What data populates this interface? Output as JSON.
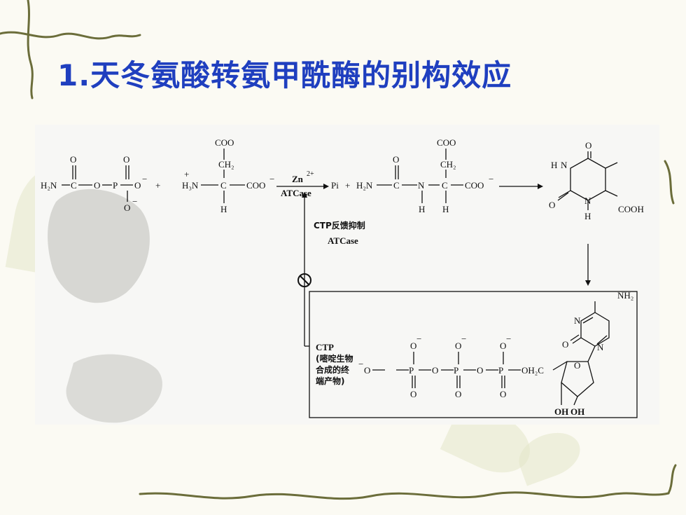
{
  "slide": {
    "title": "1.天冬氨酸转氨甲酰酶的别构效应",
    "colors": {
      "title": "#1f3fbf",
      "vine": "#6b6d3a",
      "background": "#fbfaf3"
    }
  },
  "diagram": {
    "reactant1": {
      "amine": "H₂N",
      "carbon": "C",
      "o1": "O",
      "phosphorus": "P",
      "o2": "O",
      "charge": "−",
      "carbonyl_o": "O",
      "phosphoryl_o": "O",
      "bottom_o": "O",
      "bottom_charge": "−"
    },
    "plus1": "+",
    "reactant2": {
      "amine": "H₃N",
      "amine_charge": "+",
      "carbon": "C",
      "carboxylate": "COO",
      "charge": "−",
      "side_ch2": "CH₂",
      "side_coo": "COO",
      "h": "H"
    },
    "arrow1": {
      "cofactor": "Zn",
      "cofactor_charge": "2+",
      "enzyme": "ATCase"
    },
    "product1": "Pi",
    "plus2": "+",
    "product2": {
      "amine": "H₂N",
      "c1": "C",
      "n": "N",
      "c2": "C",
      "carboxylate": "COO",
      "charge": "−",
      "carbonyl_o": "O",
      "side_ch2": "CH₂",
      "side_coo": "COO",
      "h1": "H",
      "h2": "H"
    },
    "ring": {
      "n_top": "N",
      "h_top": "H",
      "carbonyl_top": "O",
      "carbonyl_bottom": "O",
      "n_bottom": "N",
      "cooh": "COOH",
      "h_bottom": "H"
    },
    "feedback": {
      "label": "CTP反馈抑制",
      "enzyme": "ATCase"
    },
    "ctp_box": {
      "line1": "CTP",
      "line2": "(嘧啶生物",
      "line3": "合成的终",
      "line4": "端产物)"
    },
    "ctp": {
      "nh2": "NH₂",
      "n3": "N",
      "o2": "O",
      "n1": "N",
      "ring_o": "O",
      "ch2": "OH₂C",
      "oh1": "OH",
      "oh2": "OH",
      "p1": "P",
      "p2": "P",
      "p3": "P",
      "o_bridge1": "O",
      "o_bridge2": "O",
      "o_bridge3": "O",
      "o_end": "O",
      "o_end_charge": "−",
      "o_top": "O",
      "o_top_charge": "−",
      "o_bottom": "O"
    }
  }
}
